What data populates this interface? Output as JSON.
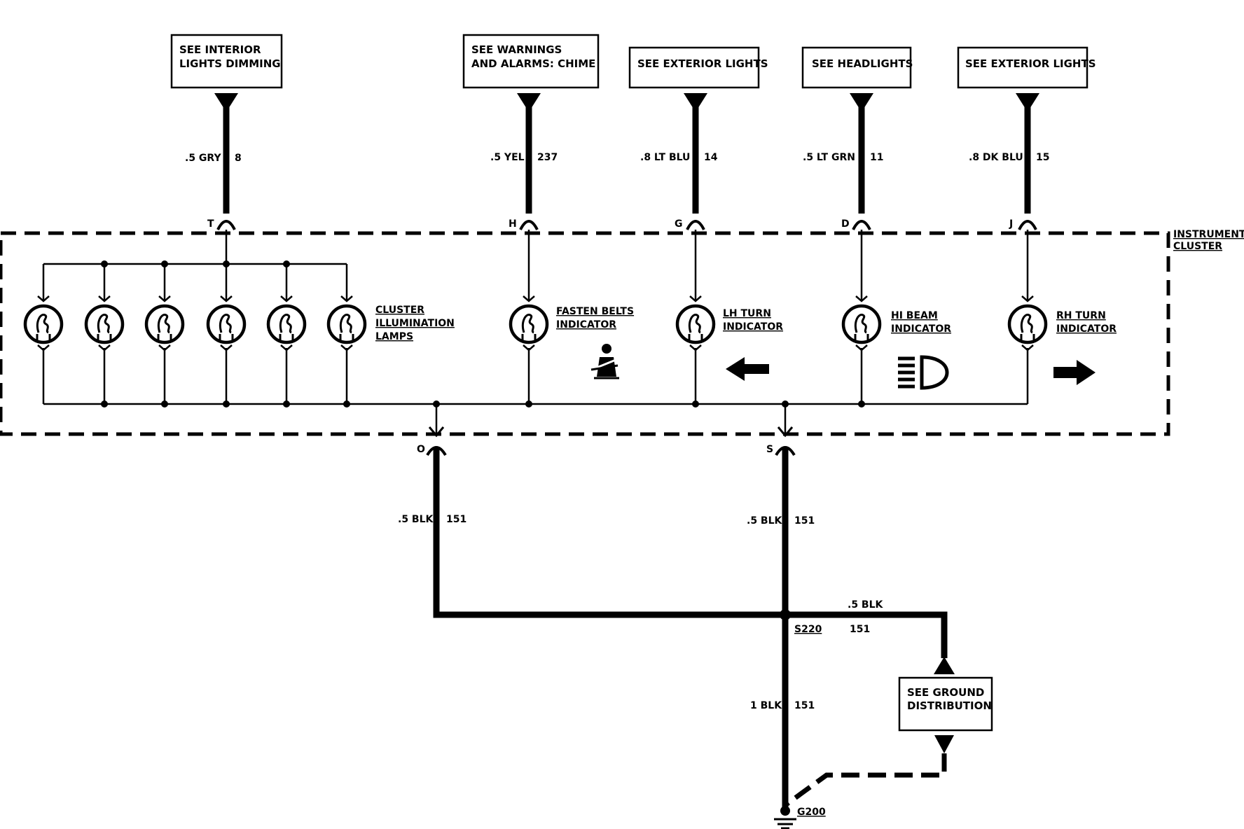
{
  "references": {
    "interior": [
      "SEE INTERIOR",
      "LIGHTS DIMMING"
    ],
    "warnings": [
      "SEE WARNINGS",
      "AND ALARMS:  CHIME"
    ],
    "ext_lights_1": "SEE EXTERIOR LIGHTS",
    "headlights": "SEE HEADLIGHTS",
    "ext_lights_2": "SEE EXTERIOR LIGHTS",
    "ground": [
      "SEE GROUND",
      "DISTRIBUTION"
    ]
  },
  "wires": {
    "t": {
      "gauge": ".5 GRY",
      "circuit": "8",
      "pin": "T"
    },
    "h": {
      "gauge": ".5 YEL",
      "circuit": "237",
      "pin": "H"
    },
    "g": {
      "gauge": ".8 LT BLU",
      "circuit": "14",
      "pin": "G"
    },
    "d": {
      "gauge": ".5 LT GRN",
      "circuit": "11",
      "pin": "D"
    },
    "j": {
      "gauge": ".8 DK BLU",
      "circuit": "15",
      "pin": "J"
    },
    "o": {
      "gauge": ".5 BLK",
      "circuit": "151",
      "pin": "O"
    },
    "s": {
      "gauge": ".5 BLK",
      "circuit": "151",
      "pin": "S"
    },
    "gnd_branch": {
      "gauge": ".5 BLK",
      "circuit": "151"
    },
    "gnd_main": {
      "gauge": "1 BLK",
      "circuit": "151"
    }
  },
  "cluster": {
    "name": [
      "INSTRUMENT",
      "CLUSTER"
    ],
    "illumination": [
      "CLUSTER",
      "ILLUMINATION",
      "LAMPS"
    ],
    "fasten_belts": [
      "FASTEN BELTS",
      "INDICATOR"
    ],
    "lh_turn": [
      "LH TURN",
      "INDICATOR"
    ],
    "hi_beam": [
      "HI BEAM",
      "INDICATOR"
    ],
    "rh_turn": [
      "RH TURN",
      "INDICATOR"
    ]
  },
  "splice": "S220",
  "ground_point": "G200"
}
